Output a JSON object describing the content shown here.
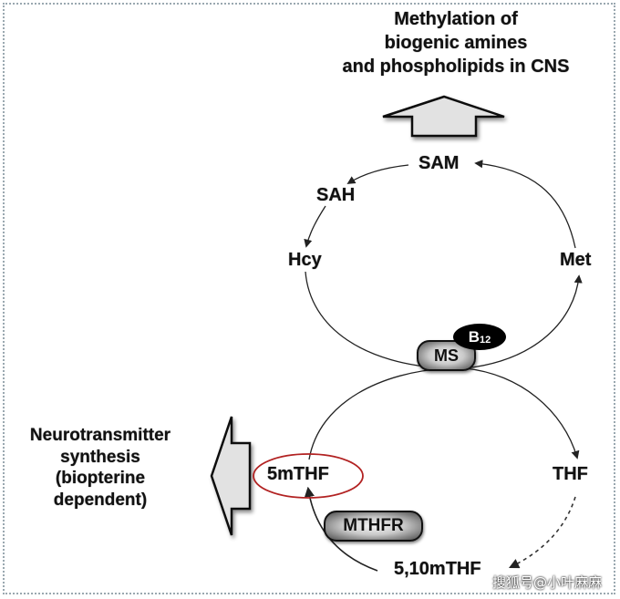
{
  "diagram": {
    "top_output": {
      "lines": [
        "Methylation of",
        "biogenic amines",
        "and phospholipids in CNS"
      ]
    },
    "side_output": {
      "lines": [
        "Neurotransmitter",
        "synthesis",
        "(biopterine",
        "dependent)"
      ]
    },
    "methionine_cycle": {
      "nodes": {
        "sam": "SAM",
        "sah": "SAH",
        "hcy": "Hcy",
        "met": "Met"
      },
      "edges": [
        {
          "from": "Met",
          "to": "SAM"
        },
        {
          "from": "SAM",
          "to": "SAH"
        },
        {
          "from": "SAH",
          "to": "Hcy"
        },
        {
          "from": "Hcy",
          "to": "Met",
          "enzyme": "MS",
          "cofactor": "B12"
        }
      ]
    },
    "folate_cycle": {
      "nodes": {
        "mthf5": "5mTHF",
        "thf": "THF",
        "mthf510": "5,10mTHF"
      },
      "edges": [
        {
          "from": "5mTHF",
          "to": "THF",
          "enzyme": "MS"
        },
        {
          "from": "THF",
          "to": "5,10mTHF",
          "style": "dashed"
        },
        {
          "from": "5,10mTHF",
          "to": "5mTHF",
          "enzyme": "MTHFR"
        }
      ],
      "highlighted_node": "5mTHF",
      "highlight_color": "#b22222"
    },
    "enzymes": {
      "ms": "MS",
      "cofactor_main": "B",
      "cofactor_sub": "12",
      "mthfr": "MTHFR"
    },
    "arrow_fill": "#e2e2e2"
  },
  "watermark": "搜狐号@小叶麻麻"
}
